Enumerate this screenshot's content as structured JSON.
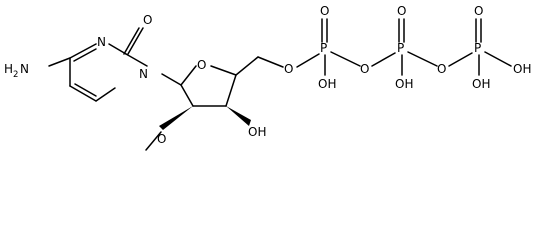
{
  "molecule": {
    "atoms": {
      "ring_o_oxo": "O",
      "ring_n_3": "N",
      "ring_n_1": "N",
      "amino_h": "H",
      "amino_sub": "2",
      "amino_n": "N",
      "sugar_o": "O",
      "oh_3": "OH",
      "methoxy_o": "O",
      "bridge_o_1": "O",
      "p_alpha": "P",
      "p_alpha_o": "O",
      "p_alpha_oh": "OH",
      "bridge_o_2": "O",
      "p_beta": "P",
      "p_beta_o": "O",
      "p_beta_oh": "OH",
      "bridge_o_3": "O",
      "p_gamma": "P",
      "p_gamma_o": "O",
      "p_gamma_oh_bottom": "OH",
      "p_gamma_oh_right": "OH"
    }
  }
}
